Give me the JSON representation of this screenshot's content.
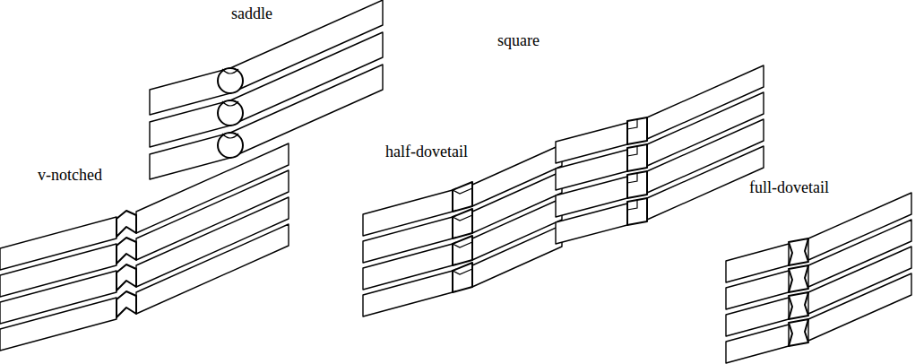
{
  "diagram": {
    "labels": [
      "saddle",
      "square",
      "v-notched",
      "half-dovetail",
      "full-dovetail"
    ]
  }
}
